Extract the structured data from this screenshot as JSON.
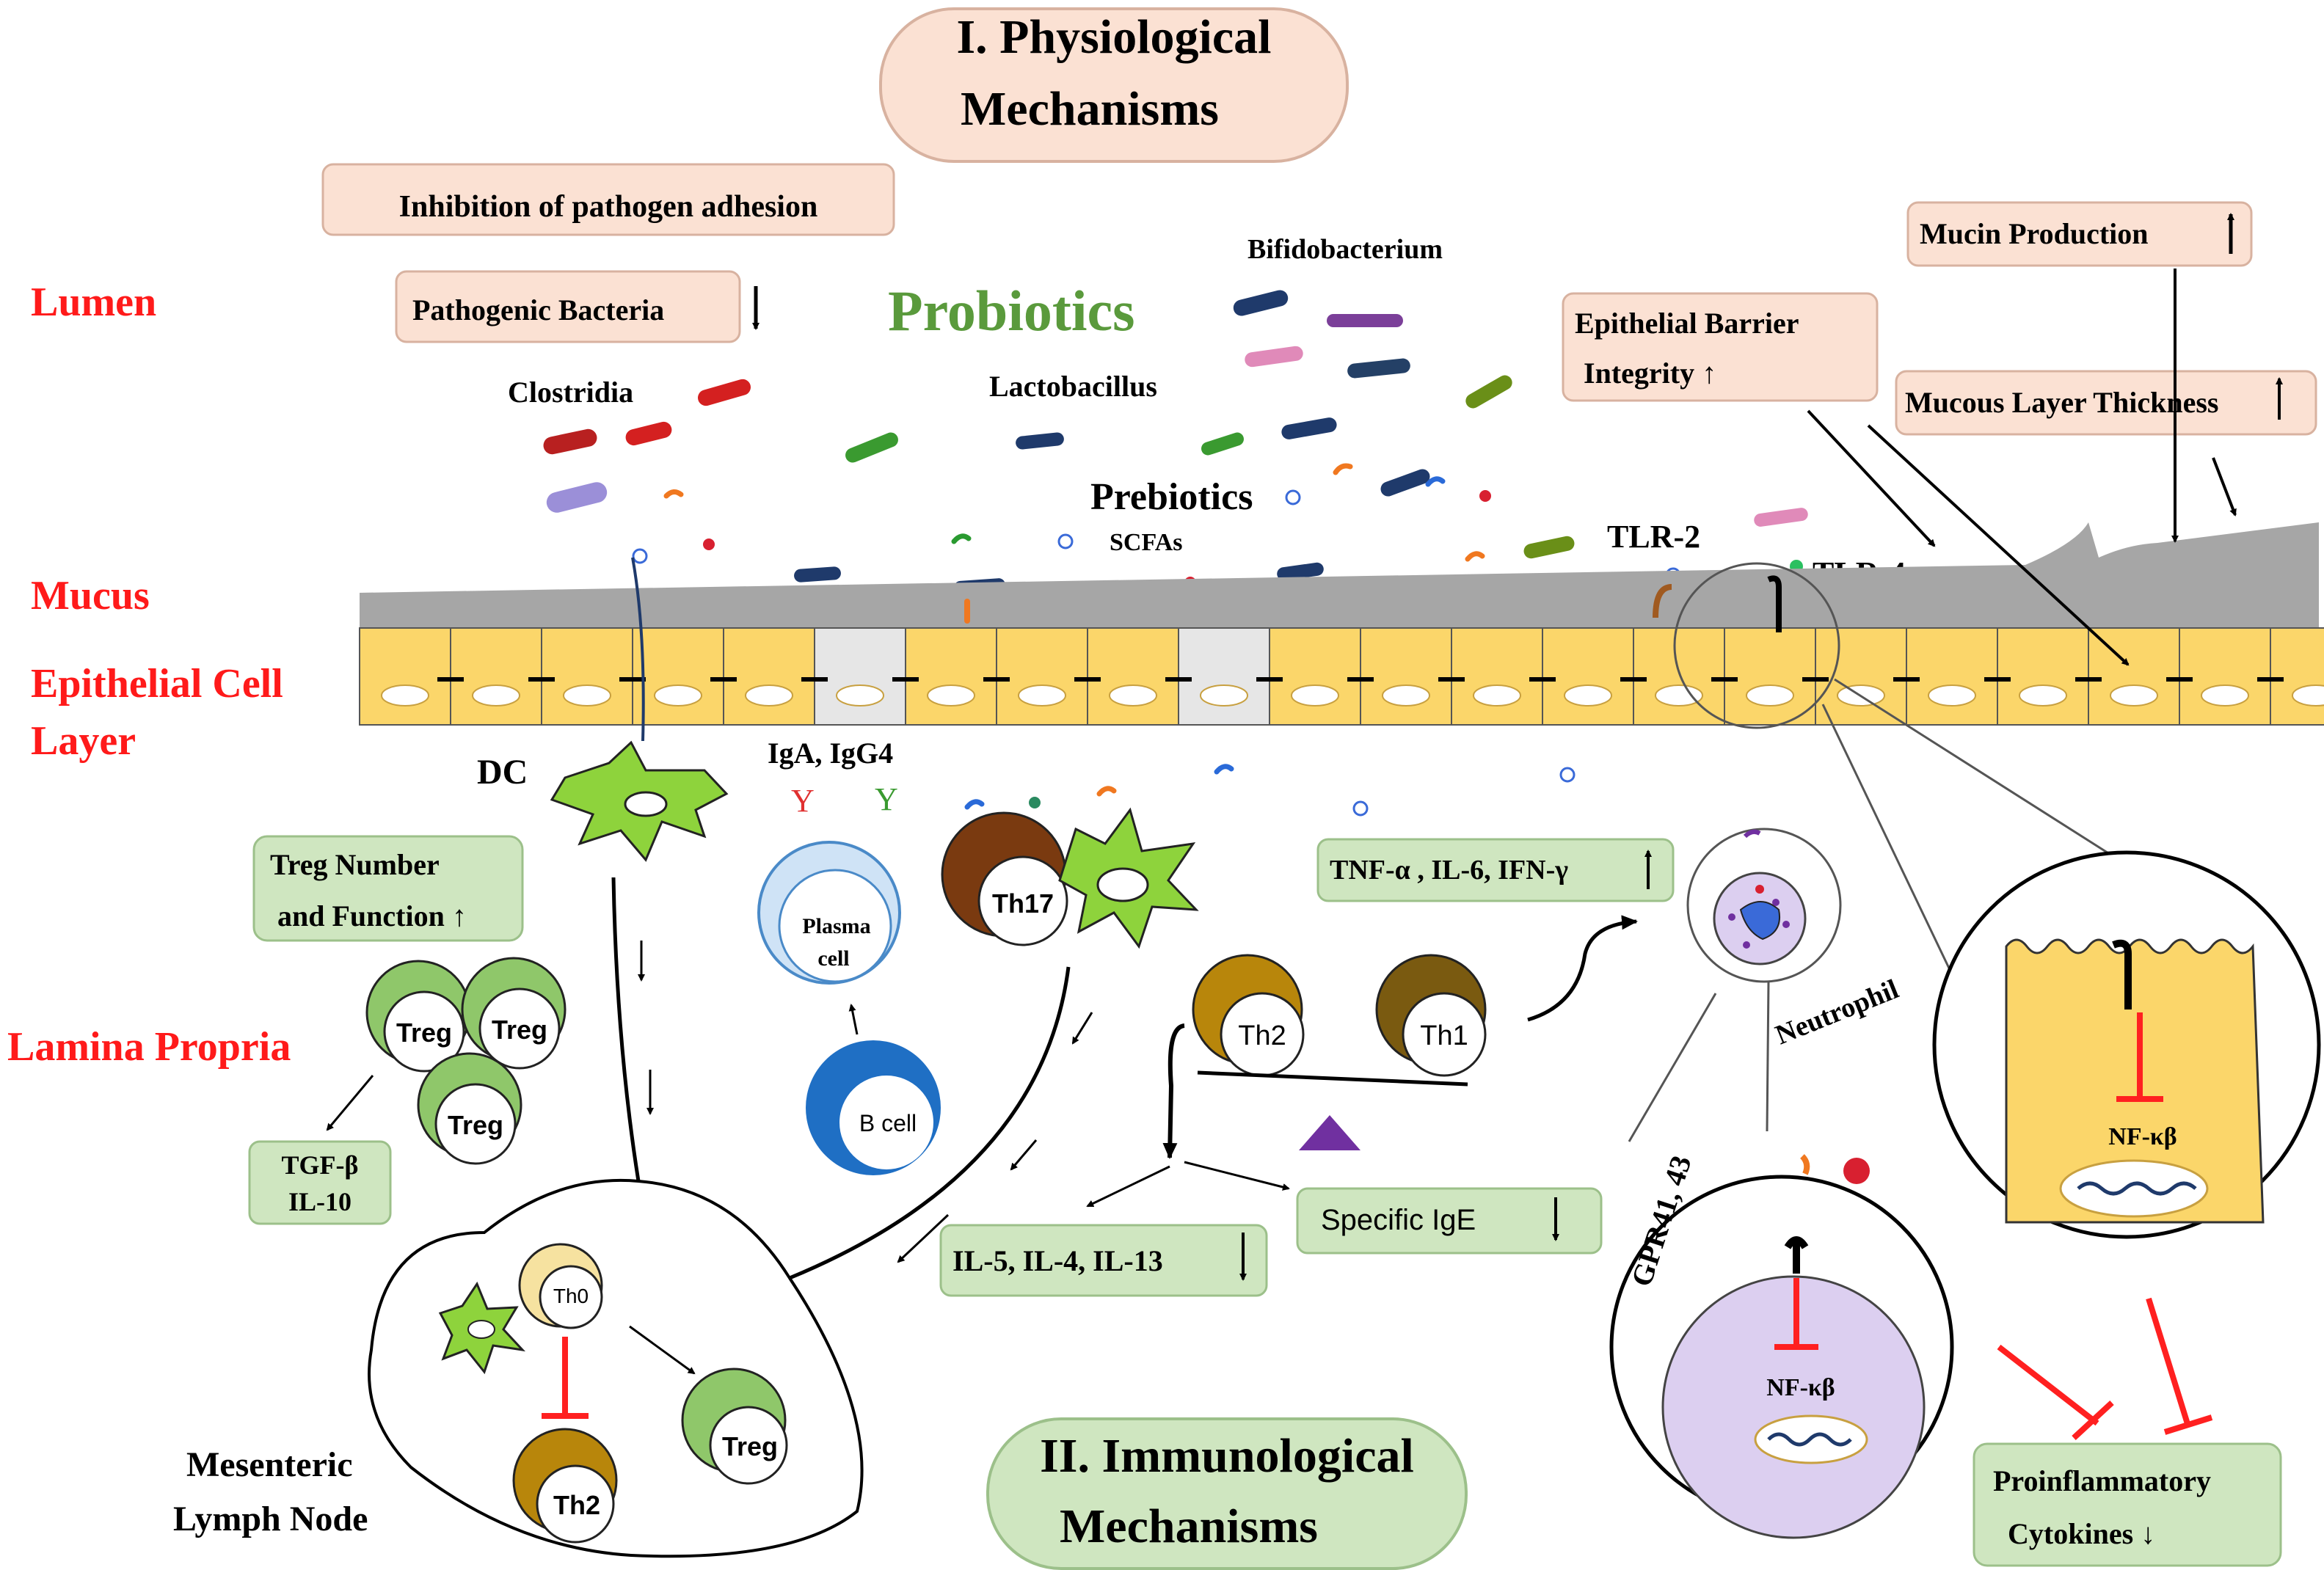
{
  "titles": {
    "physiological": [
      "I. Physiological",
      "Mechanisms"
    ],
    "immunological": [
      "II. Immunological",
      "Mechanisms"
    ]
  },
  "regions": {
    "lumen": "Lumen",
    "mucus": "Mucus",
    "epithelial": [
      "Epithelial  Cell",
      "Layer"
    ],
    "lamina": "Lamina  Propria"
  },
  "effects": {
    "adhesion": "Inhibition  of pathogen adhesion",
    "pathogenic": "Pathogenic  Bacteria",
    "mucin": "Mucin Production",
    "barrier": [
      "Epithelial Barrier",
      "Integrity ↑"
    ],
    "mucous_layer": "Mucous Layer Thickness",
    "treg_box": [
      "Treg Number",
      "and Function ↑"
    ],
    "tgf": [
      "TGF-β",
      "IL-10"
    ],
    "tnf": "TNF-α , IL-6, IFN-γ",
    "specific_ige": "Specific  IgE",
    "il5": "IL-5,  IL-4,  IL-13",
    "proinflammatory": [
      "Proinflammatory",
      "Cytokines ↓"
    ]
  },
  "microbes": {
    "bifido": "Bifidobacterium",
    "probiotics": "Probiotics",
    "clostridia": "Clostridia",
    "lacto": "Lactobacillus",
    "prebiotics": "Prebiotics",
    "scfa": "SCFAs",
    "tlr2": "TLR-2",
    "tlr4": "TLR-4"
  },
  "cells": {
    "dc": "DC",
    "iga": "IgA, IgG4",
    "plasma": [
      "Plasma",
      "cell"
    ],
    "bcell": "B cell",
    "th17": "Th17",
    "th2": "Th2",
    "th1": "Th1",
    "treg": "Treg",
    "th0": "Th0",
    "neutrophil": "Neutrophil",
    "mln": [
      "Mesenteric",
      "Lymph Node"
    ],
    "gpr": "GPR41, 43",
    "nfkb": "NF-κβ"
  },
  "colors": {
    "region_label": "#ff1a1a",
    "probiotics_title": "#5a9a3c",
    "peach_box": "#fbe1d3",
    "green_box": "#cfe6c0",
    "epithelium": "#fbd66a",
    "mucus": "#a6a6a6",
    "dc_green": "#8ed33c",
    "inhibit_red": "#ff2020"
  }
}
